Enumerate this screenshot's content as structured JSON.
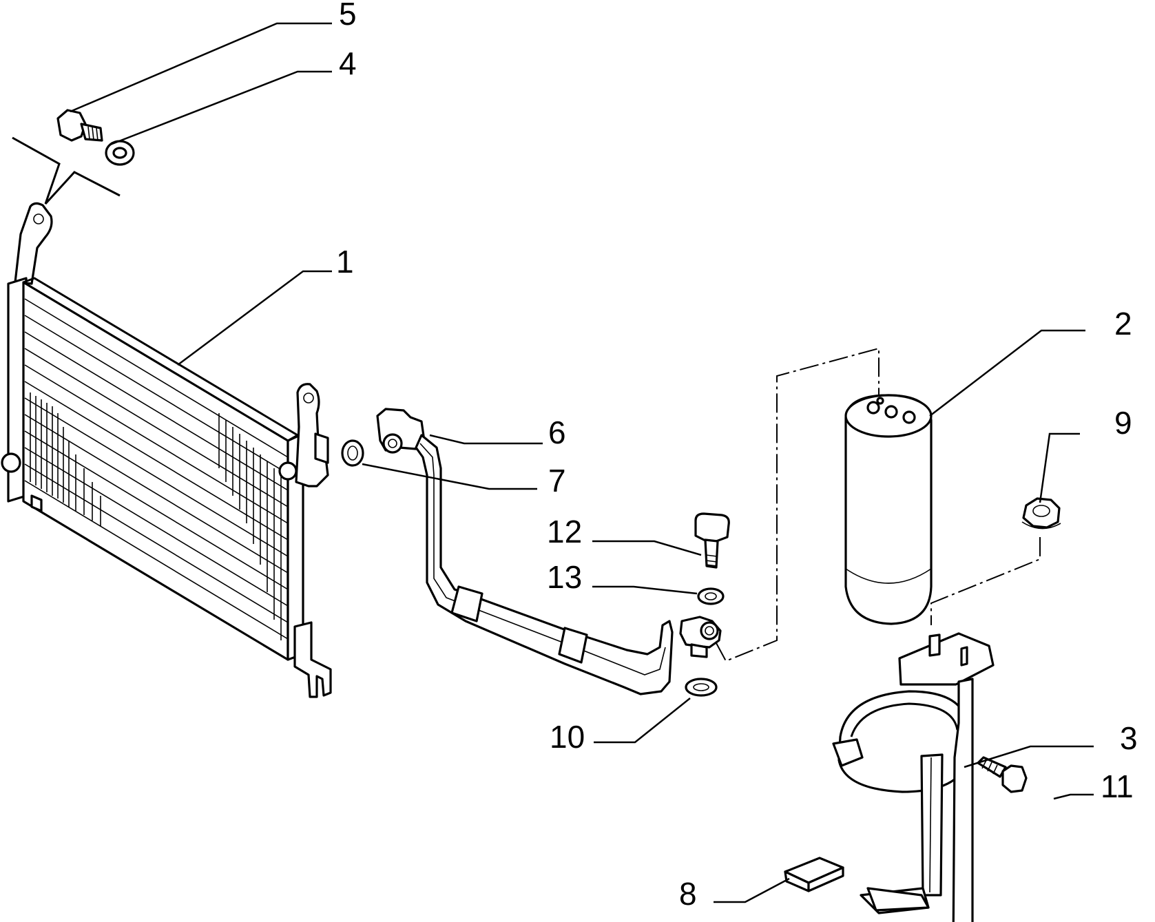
{
  "colors": {
    "line": "#000000",
    "background": "#ffffff"
  },
  "callouts": {
    "c1": "1",
    "c2": "2",
    "c3": "3",
    "c4": "4",
    "c5": "5",
    "c6": "6",
    "c7": "7",
    "c8": "8",
    "c9": "9",
    "c10": "10",
    "c11": "11",
    "c12": "12",
    "c13": "13"
  }
}
